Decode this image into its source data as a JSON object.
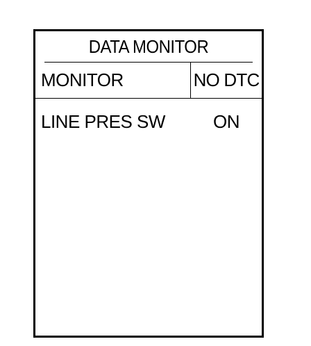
{
  "screen": {
    "title": "DATA MONITOR"
  },
  "header": {
    "monitor_label": "MONITOR",
    "status_label": "NO DTC"
  },
  "items": [
    {
      "label": "LINE PRES SW",
      "value": "ON"
    }
  ],
  "colors": {
    "border": "#000000",
    "background": "#ffffff",
    "text": "#000000"
  }
}
